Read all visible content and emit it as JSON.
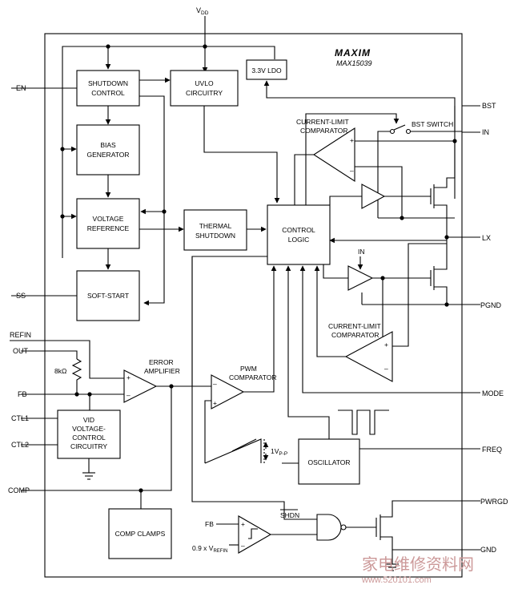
{
  "header": {
    "brand": "MAXIM",
    "part": "MAX15039",
    "vdd": "V",
    "vdd_sub": "DD"
  },
  "blocks": {
    "shutdown": [
      "SHUTDOWN",
      "CONTROL"
    ],
    "uvlo": [
      "UVLO",
      "CIRCUITRY"
    ],
    "ldo": "3.3V LDO",
    "bias": [
      "BIAS",
      "GENERATOR"
    ],
    "vref": [
      "VOLTAGE",
      "REFERENCE"
    ],
    "thermal": [
      "THERMAL",
      "SHUTDOWN"
    ],
    "control": [
      "CONTROL",
      "LOGIC"
    ],
    "softstart": "SOFT-START",
    "vid": [
      "VID",
      "VOLTAGE-",
      "CONTROL",
      "CIRCUITRY"
    ],
    "clamps": "COMP CLAMPS",
    "oscillator": "OSCILLATOR"
  },
  "labels": {
    "cl_top": [
      "CURRENT-LIMIT",
      "COMPARATOR"
    ],
    "bst_switch": "BST SWITCH",
    "cl_bottom": [
      "CURRENT-LIMIT",
      "COMPARATOR"
    ],
    "error_amp": [
      "ERROR",
      "AMPLIFIER"
    ],
    "pwm_comp": [
      "PWM",
      "COMPARATOR"
    ],
    "resistor": "8kΩ",
    "ramp": "1V",
    "ramp_sub": "P-P",
    "shdn": "SHDN",
    "in_inner": "IN",
    "fb_inner": "FB",
    "ref_in": "0.9 x V",
    "ref_sub": "REFIN",
    "plus": "+",
    "minus": "–"
  },
  "pins_left": {
    "en": "EN",
    "ss": "SS",
    "refin": "REFIN",
    "out": "OUT",
    "fb": "FB",
    "ctl1": "CTL1",
    "ctl2": "CTL2",
    "comp": "COMP"
  },
  "pins_right": {
    "bst": "BST",
    "in": "IN",
    "lx": "LX",
    "pgnd": "PGND",
    "mode": "MODE",
    "freq": "FREQ",
    "pwrgd": "PWRGD",
    "gnd": "GND"
  },
  "watermark": {
    "cn": "家电维修资料网",
    "url": "www.520101.com"
  }
}
